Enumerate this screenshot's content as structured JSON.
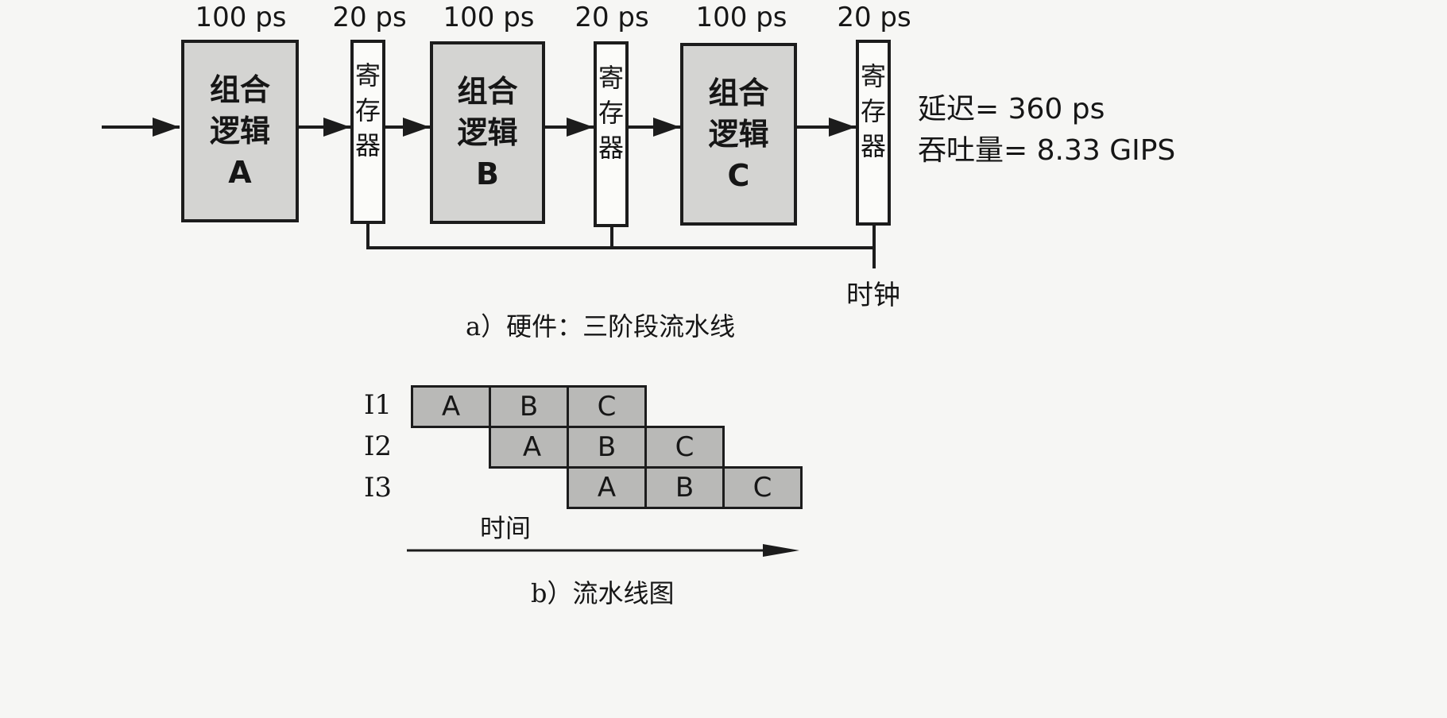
{
  "hardware": {
    "stages": [
      {
        "logic_time": "100 ps",
        "logic_line1": "组合",
        "logic_line2": "逻辑",
        "logic_name": "A",
        "reg_time": "20 ps",
        "reg_label": "寄存器"
      },
      {
        "logic_time": "100 ps",
        "logic_line1": "组合",
        "logic_line2": "逻辑",
        "logic_name": "B",
        "reg_time": "20 ps",
        "reg_label": "寄存器"
      },
      {
        "logic_time": "100 ps",
        "logic_line1": "组合",
        "logic_line2": "逻辑",
        "logic_name": "C",
        "reg_time": "20 ps",
        "reg_label": "寄存器"
      }
    ],
    "latency": "延迟= 360 ps",
    "throughput": "吞吐量= 8.33 GIPS",
    "clock_label": "时钟",
    "caption": "a）硬件：三阶段流水线"
  },
  "pipeline_diagram": {
    "rows": [
      {
        "label": "I1",
        "cells": [
          "A",
          "B",
          "C"
        ]
      },
      {
        "label": "I2",
        "cells": [
          "A",
          "B",
          "C"
        ]
      },
      {
        "label": "I3",
        "cells": [
          "A",
          "B",
          "C"
        ]
      }
    ],
    "time_label": "时间",
    "caption": "b）流水线图"
  }
}
